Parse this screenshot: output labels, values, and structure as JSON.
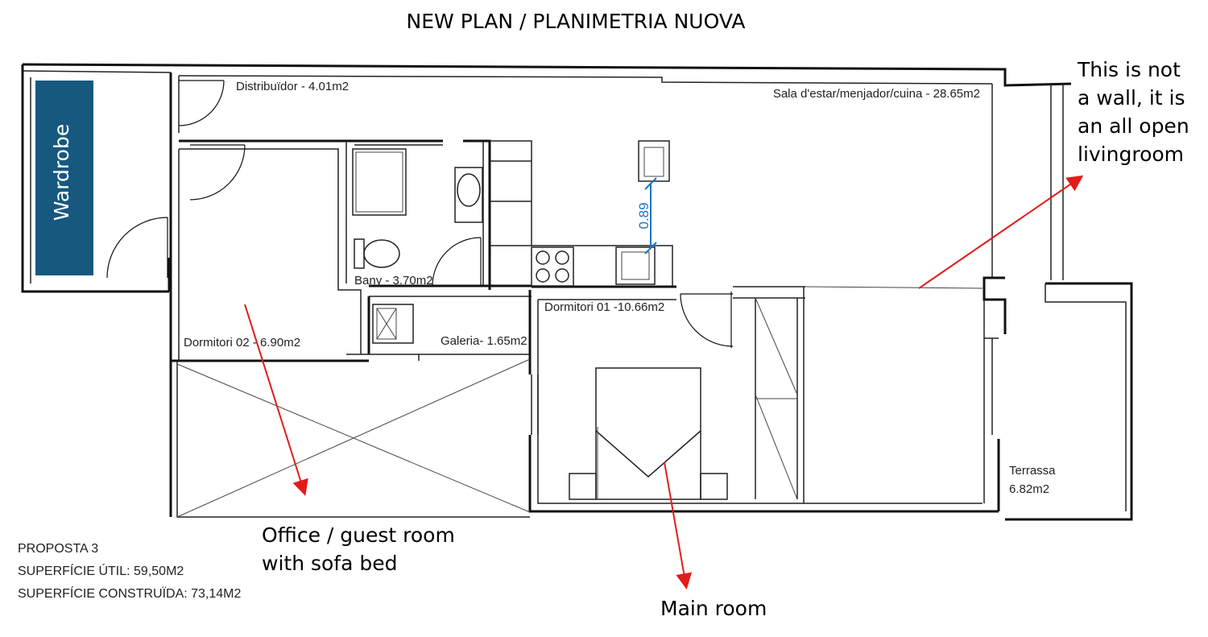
{
  "title": "NEW PLAN / PLANIMETRIA NUOVA",
  "rooms": {
    "distribuidor": "Distribuïdor - 4.01m2",
    "sala": "Sala d'estar/menjador/cuina - 28.65m2",
    "dormitori02": "Dormitori 02 - 6.90m2",
    "bany": "Bany - 3.70m2",
    "galeria": "Galeria- 1.65m2",
    "dormitori01": "Dormitori 01 -10.66m2",
    "terrassa_name": "Terrassa",
    "terrassa_area": "6.82m2"
  },
  "wardrobe_label": "Wardrobe",
  "wardrobe_color": "#17587f",
  "dimension_label": "0.89",
  "dimension_color": "#1a73c8",
  "arrow_color": "#e31b1b",
  "notes": {
    "open_living": [
      "This is not",
      "a wall, it is",
      "an all open",
      "livingroom"
    ],
    "office": [
      "Office / guest room",
      "with sofa bed"
    ],
    "main_room": "Main room"
  },
  "proposal": {
    "name": "PROPOSTA 3",
    "useful": "SUPERFÍCIE ÚTIL: 59,50M2",
    "built": "SUPERFÍCIE CONSTRUÏDA: 73,14M2"
  }
}
